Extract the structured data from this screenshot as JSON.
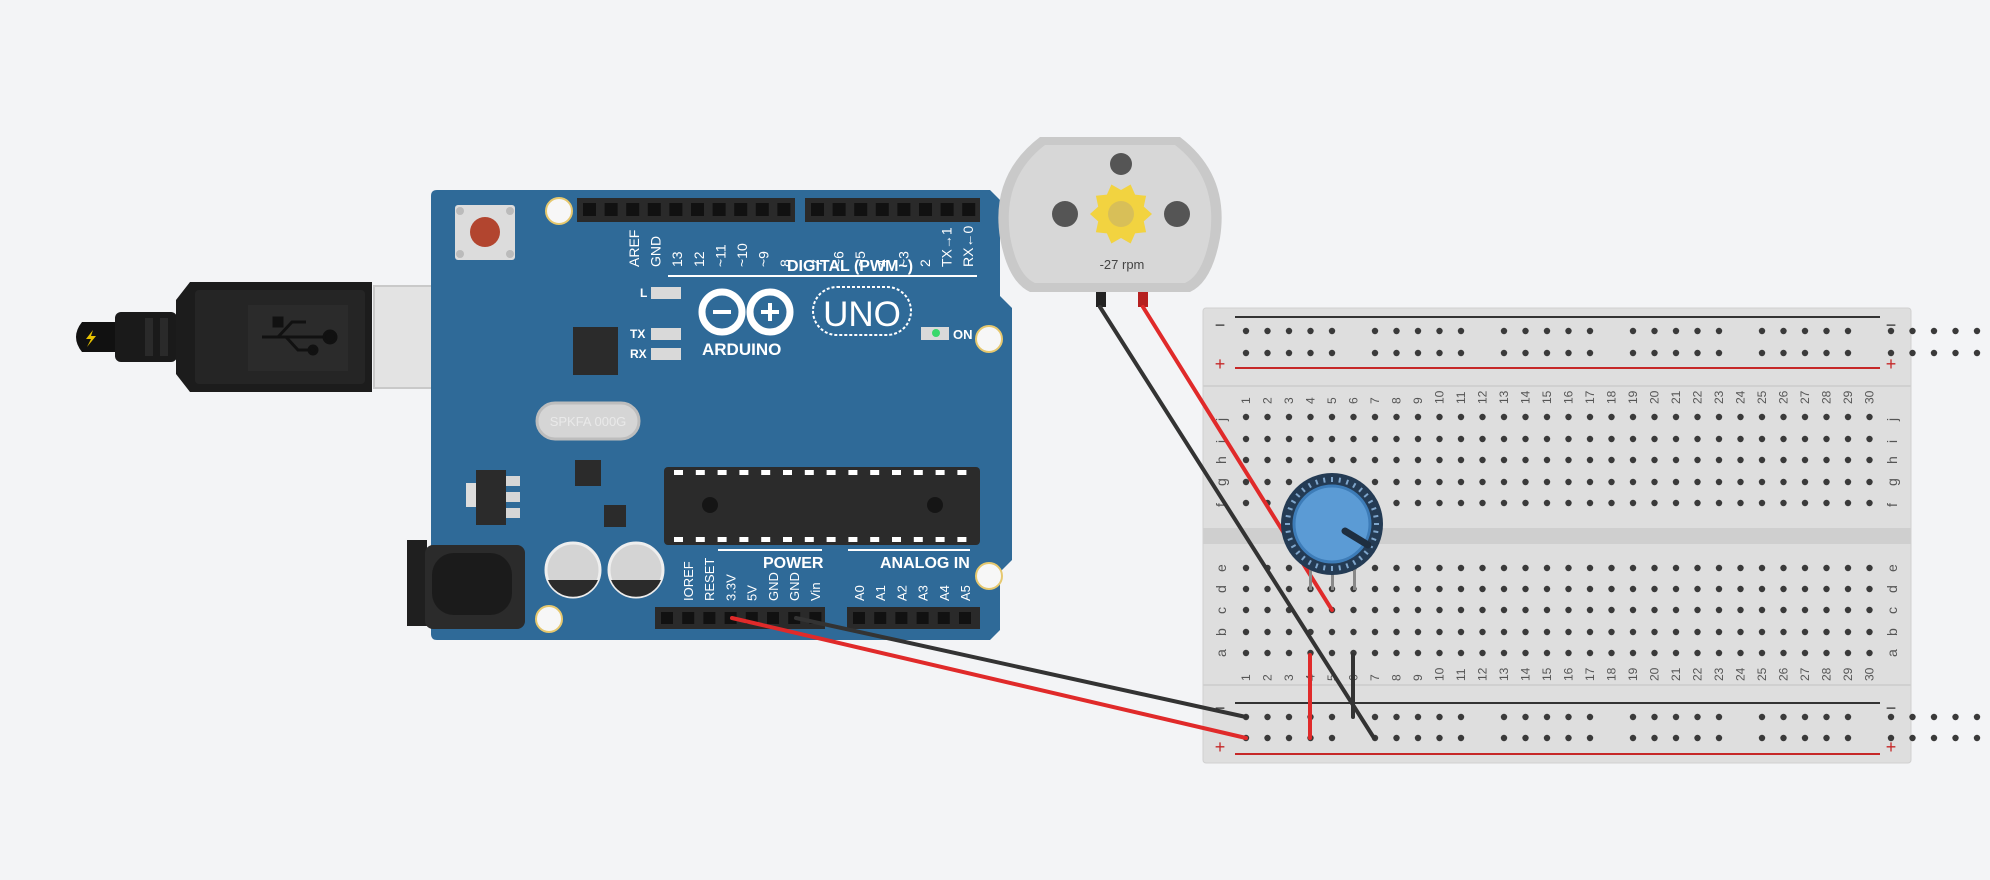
{
  "arduino": {
    "digital_header_label": "DIGITAL (PWM~)",
    "power_label": "POWER",
    "analog_label": "ANALOG IN",
    "brand": "ARDUINO",
    "model": "UNO",
    "on_label": "ON",
    "led_labels": [
      "L",
      "TX",
      "RX"
    ],
    "crystal_label": "SPKFA 000G",
    "digital_pins_left": [
      "AREF",
      "GND",
      "13",
      "12",
      "~11",
      "~10",
      "~9",
      "8"
    ],
    "digital_pins_right": [
      "7",
      "~6",
      "~5",
      "4",
      "~3",
      "2",
      "TX→1",
      "RX←0"
    ],
    "power_pins": [
      "IOREF",
      "RESET",
      "3.3V",
      "5V",
      "GND",
      "GND",
      "Vin"
    ],
    "analog_pins": [
      "A0",
      "A1",
      "A2",
      "A3",
      "A4",
      "A5"
    ]
  },
  "motor": {
    "speed_text": "-27 rpm"
  },
  "breadboard": {
    "minus_label": "−",
    "plus_label": "+",
    "row_letters_top": [
      "j",
      "i",
      "h",
      "g",
      "f"
    ],
    "row_letters_bottom": [
      "e",
      "d",
      "c",
      "b",
      "a"
    ],
    "column_count": 30
  },
  "colors": {
    "background": "#f3f4f6",
    "board_blue": "#2f6a98",
    "wire_red": "#e02a2a",
    "wire_black": "#333333",
    "rail_red": "#c62828",
    "knob_blue": "#5b9bd5",
    "gear_yellow": "#f2d340"
  },
  "icons": [
    "usb-icon",
    "lightning-icon",
    "infinity-logo-icon",
    "gear-icon"
  ]
}
